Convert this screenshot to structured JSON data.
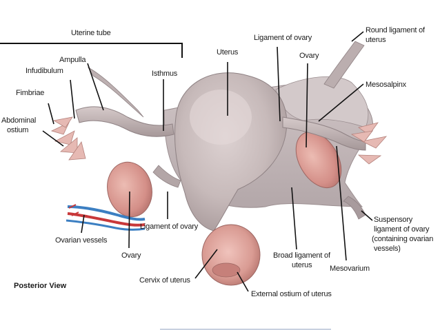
{
  "diagram": {
    "labels": {
      "uterine_tube": "Uterine tube",
      "ampulla": "Ampulla",
      "infundibulum": "Infudibulum",
      "fimbriae": "Fimbriae",
      "abdominal_ostium_1": "Abdominal",
      "abdominal_ostium_2": "ostium",
      "isthmus": "Isthmus",
      "uterus": "Uterus",
      "ligament_of_ovary_top": "Ligament of ovary",
      "ovary_right": "Ovary",
      "round_ligament_1": "Round ligament of",
      "round_ligament_2": "uterus",
      "mesosalpinx": "Mesosalpinx",
      "suspensory_1": "Suspensory",
      "suspensory_2": "ligament of ovary",
      "suspensory_3": "(containing ovarian",
      "suspensory_4": "vessels)",
      "ligament_of_ovary_left": "Ligament of ovary",
      "ovarian_vessels": "Ovarian vessels",
      "ovary_left": "Ovary",
      "broad_ligament_1": "Broad ligament of",
      "broad_ligament_2": "uterus",
      "mesovarium": "Mesovarium",
      "cervix": "Cervix of uterus",
      "external_ostium": "External ostium of uterus",
      "posterior_view": "Posterior View"
    },
    "colors": {
      "tissue": "#c9bcbc",
      "tissue_shadow": "#a99c9e",
      "ovary": "#d8958f",
      "vessel_red": "#c8383a",
      "vessel_blue": "#3c7fc2"
    }
  }
}
